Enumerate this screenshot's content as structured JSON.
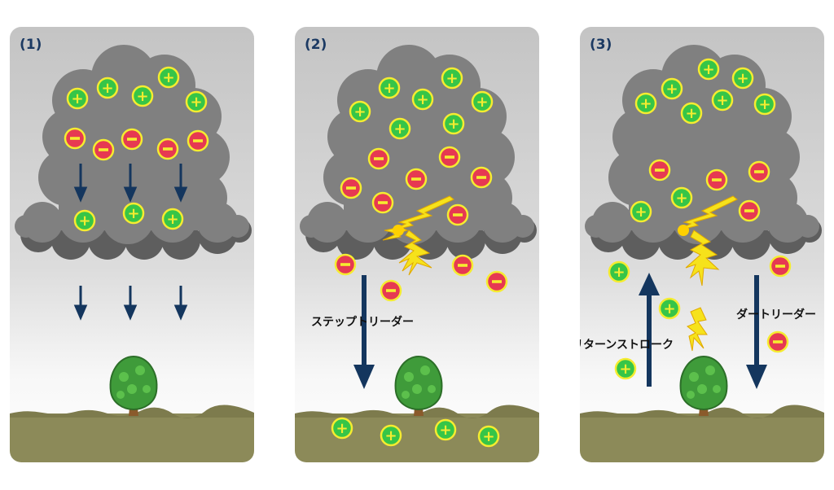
{
  "panels": [
    {
      "number": "(1)",
      "labels": []
    },
    {
      "number": "(2)",
      "labels": [
        "ステップトリーダー"
      ]
    },
    {
      "number": "(3)",
      "labels": [
        "リターンストローク",
        "ダートリーダー"
      ]
    }
  ],
  "symbols": {
    "positive": "+",
    "negative": "−"
  },
  "icons": [
    "cloud-icon",
    "tree-icon",
    "lightning-icon",
    "down-arrow-icon",
    "up-arrow-icon"
  ],
  "colors": {
    "sky_top": "#c9c9c9",
    "sky_bottom": "#ffffff",
    "cloud": "#7f7f7f",
    "cloud_shadow": "#5f5f5f",
    "ground": "#8c8a59",
    "positive_fill": "#36c548",
    "positive_ring": "#f5ec30",
    "negative_fill": "#e63952",
    "negative_ring": "#f5ec30",
    "arrow": "#14365e",
    "lightning": "#f6e21b",
    "tree": "#3f9b3a"
  }
}
